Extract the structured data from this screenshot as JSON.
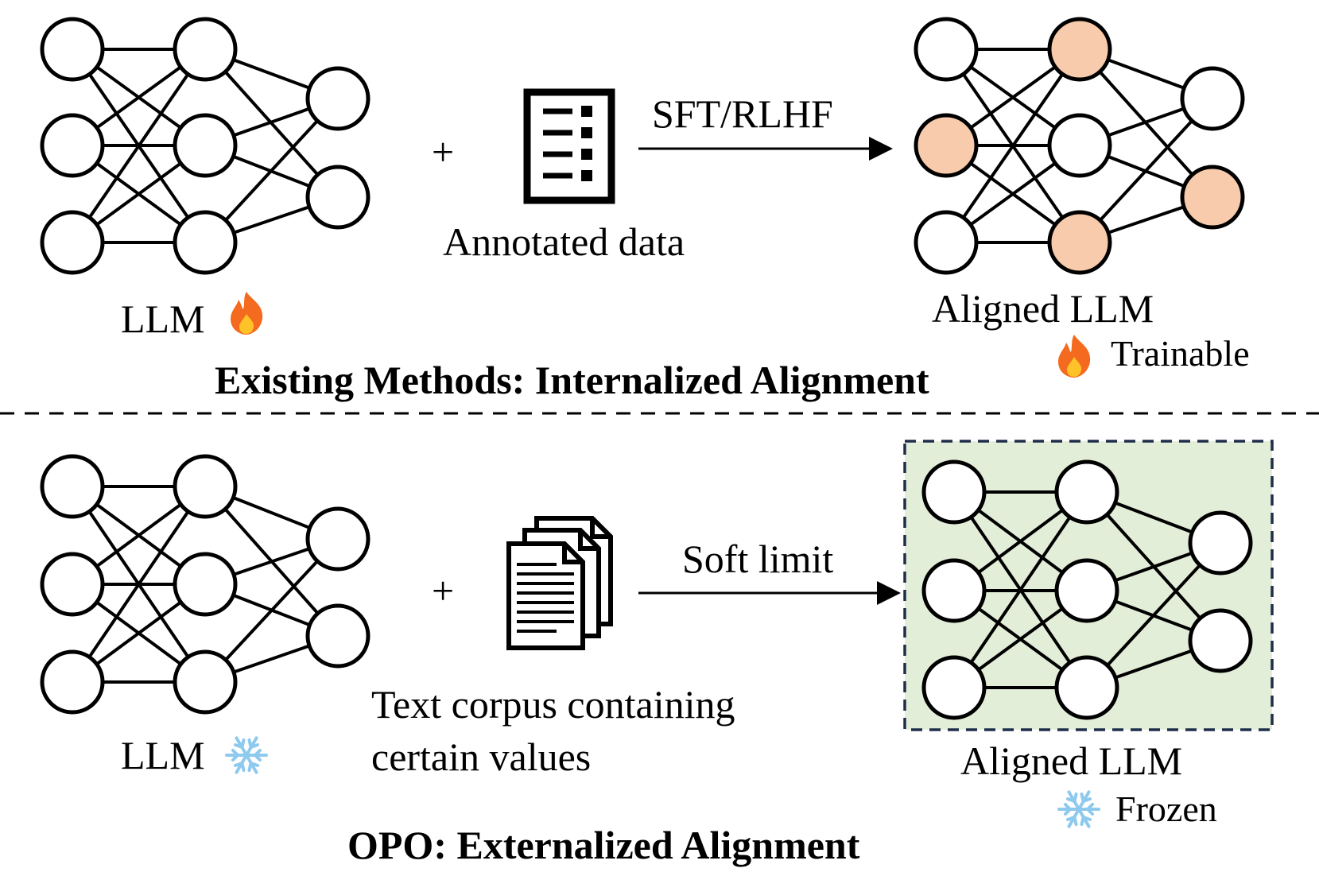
{
  "top": {
    "left_label": "LLM",
    "data_label": "Annotated data",
    "arrow_label": "SFT/RLHF",
    "right_label": "Aligned LLM",
    "legend_label": "Trainable",
    "title": "Existing Methods: Internalized Alignment"
  },
  "bottom": {
    "left_label": "LLM",
    "corpus_line1": "Text corpus containing",
    "corpus_line2": "certain values",
    "arrow_label": "Soft limit",
    "right_label": "Aligned LLM",
    "legend_label": "Frozen",
    "title": "OPO: Externalized Alignment"
  },
  "plus": "+",
  "colors": {
    "highlight_node": "#F7CBAC",
    "frozen_bg": "#E3EED8",
    "frozen_border": "#1F2D4A",
    "snowflake": "#8EC9EE",
    "fire_outer": "#F46A1E",
    "fire_inner": "#FFC229"
  },
  "icons": {
    "trainable": "fire-icon",
    "frozen": "snowflake-icon",
    "annotated": "document-list-icon",
    "corpus": "documents-stack-icon"
  }
}
